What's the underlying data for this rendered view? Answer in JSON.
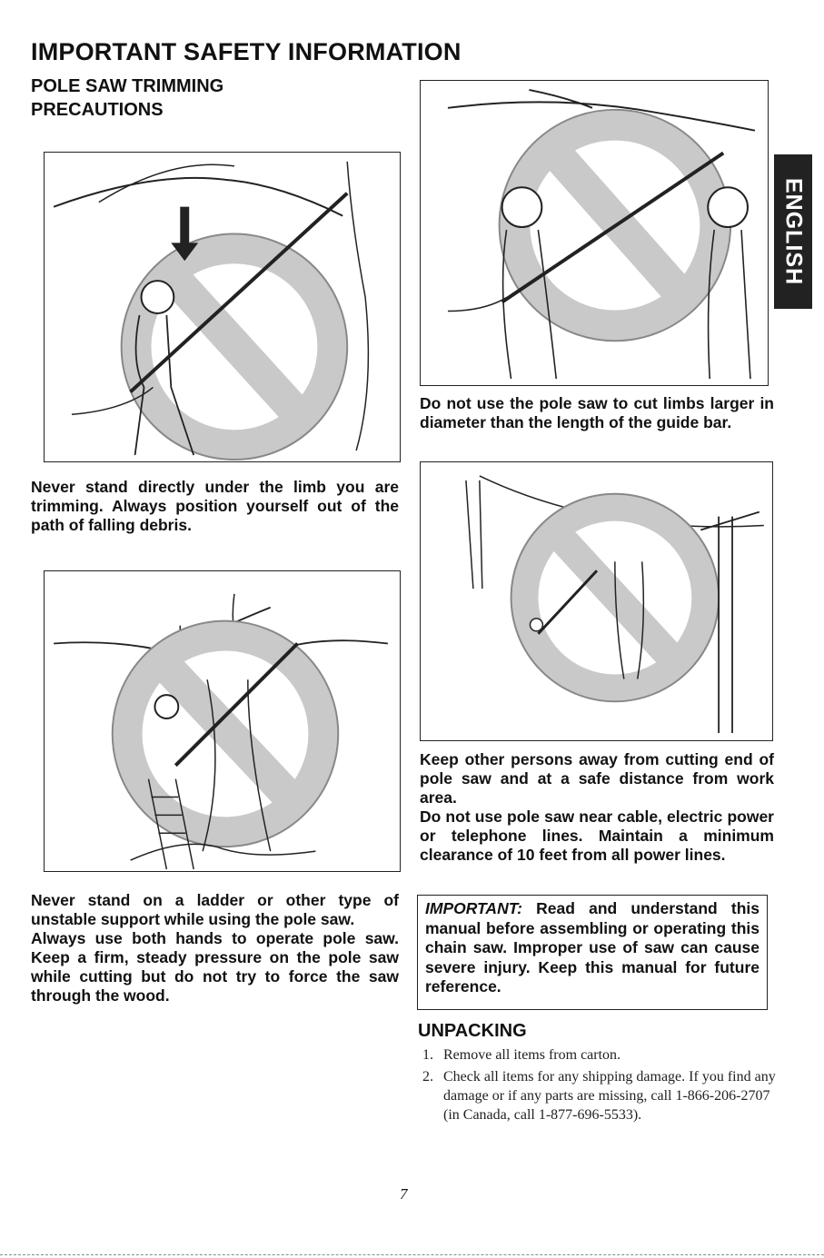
{
  "page": {
    "title": "IMPORTANT SAFETY INFORMATION",
    "section_title_line1": "POLE SAW TRIMMING",
    "section_title_line2": "PRECAUTIONS",
    "side_tab": "ENGLISH",
    "page_number": "7"
  },
  "captions": {
    "panel1": "Never stand directly under the limb you are trimming. Always position yourself out of the path of falling debris.",
    "panel2_a": "Never stand on a ladder or other type of unstable support while using the pole saw.",
    "panel2_b": "Always use both hands to operate pole saw. Keep a firm, steady pressure on the pole saw while cutting but do not try to force the saw through the wood.",
    "panel3": "Do not use the pole saw to cut limbs larger in diameter than the length of the guide bar.",
    "panel4_a": "Keep other persons away from cutting end of pole saw and at a safe distance from work area.",
    "panel4_b": "Do not use pole saw near cable, electric power or telephone lines. Maintain a minimum clearance of 10 feet from all power lines."
  },
  "important": {
    "label": "IMPORTANT:",
    "text": " Read and understand this manual before assembling or operating this chain saw. Improper use of saw can cause severe injury. Keep this manual for future reference."
  },
  "unpacking": {
    "heading": "UNPACKING",
    "items": [
      {
        "num": "1.",
        "text": "Remove all items from carton."
      },
      {
        "num": "2.",
        "text": "Check all items for any shipping damage. If you find any damage or if any parts are missing, call 1-866-206-2707 (in Canada, call 1-877-696-5533)."
      }
    ]
  }
}
